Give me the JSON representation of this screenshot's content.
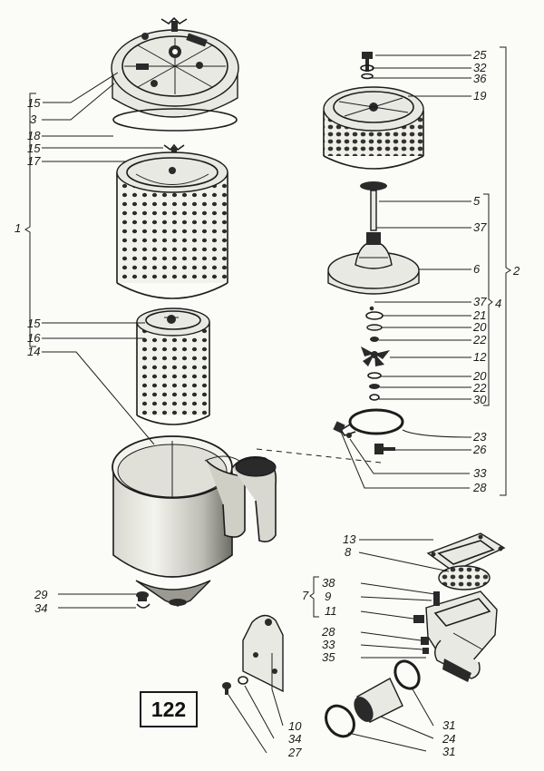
{
  "figure_number": "122",
  "callouts": [
    {
      "id": "l15a",
      "text": "15"
    },
    {
      "id": "l3",
      "text": "3"
    },
    {
      "id": "l18",
      "text": "18"
    },
    {
      "id": "l15b",
      "text": "15"
    },
    {
      "id": "l17",
      "text": "17"
    },
    {
      "id": "l1",
      "text": "1"
    },
    {
      "id": "l15c",
      "text": "15"
    },
    {
      "id": "l16",
      "text": "16"
    },
    {
      "id": "l14",
      "text": "14"
    },
    {
      "id": "l29",
      "text": "29"
    },
    {
      "id": "l34a",
      "text": "34"
    },
    {
      "id": "l25",
      "text": "25"
    },
    {
      "id": "l32",
      "text": "32"
    },
    {
      "id": "l36",
      "text": "36"
    },
    {
      "id": "l19",
      "text": "19"
    },
    {
      "id": "l5",
      "text": "5"
    },
    {
      "id": "l37a",
      "text": "37"
    },
    {
      "id": "l6",
      "text": "6"
    },
    {
      "id": "l2",
      "text": "2"
    },
    {
      "id": "l37b",
      "text": "37"
    },
    {
      "id": "l4",
      "text": "4"
    },
    {
      "id": "l21",
      "text": "21"
    },
    {
      "id": "l20a",
      "text": "20"
    },
    {
      "id": "l22a",
      "text": "22"
    },
    {
      "id": "l12",
      "text": "12"
    },
    {
      "id": "l20b",
      "text": "20"
    },
    {
      "id": "l22b",
      "text": "22"
    },
    {
      "id": "l30",
      "text": "30"
    },
    {
      "id": "l23",
      "text": "23"
    },
    {
      "id": "l26",
      "text": "26"
    },
    {
      "id": "l33a",
      "text": "33"
    },
    {
      "id": "l28a",
      "text": "28"
    },
    {
      "id": "l13",
      "text": "13"
    },
    {
      "id": "l8",
      "text": "8"
    },
    {
      "id": "l7",
      "text": "7"
    },
    {
      "id": "l38",
      "text": "38"
    },
    {
      "id": "l9",
      "text": "9"
    },
    {
      "id": "l11",
      "text": "11"
    },
    {
      "id": "l28b",
      "text": "28"
    },
    {
      "id": "l33b",
      "text": "33"
    },
    {
      "id": "l35",
      "text": "35"
    },
    {
      "id": "l10",
      "text": "10"
    },
    {
      "id": "l34b",
      "text": "34"
    },
    {
      "id": "l27",
      "text": "27"
    },
    {
      "id": "l31a",
      "text": "31"
    },
    {
      "id": "l24",
      "text": "24"
    },
    {
      "id": "l31b",
      "text": "31"
    }
  ]
}
